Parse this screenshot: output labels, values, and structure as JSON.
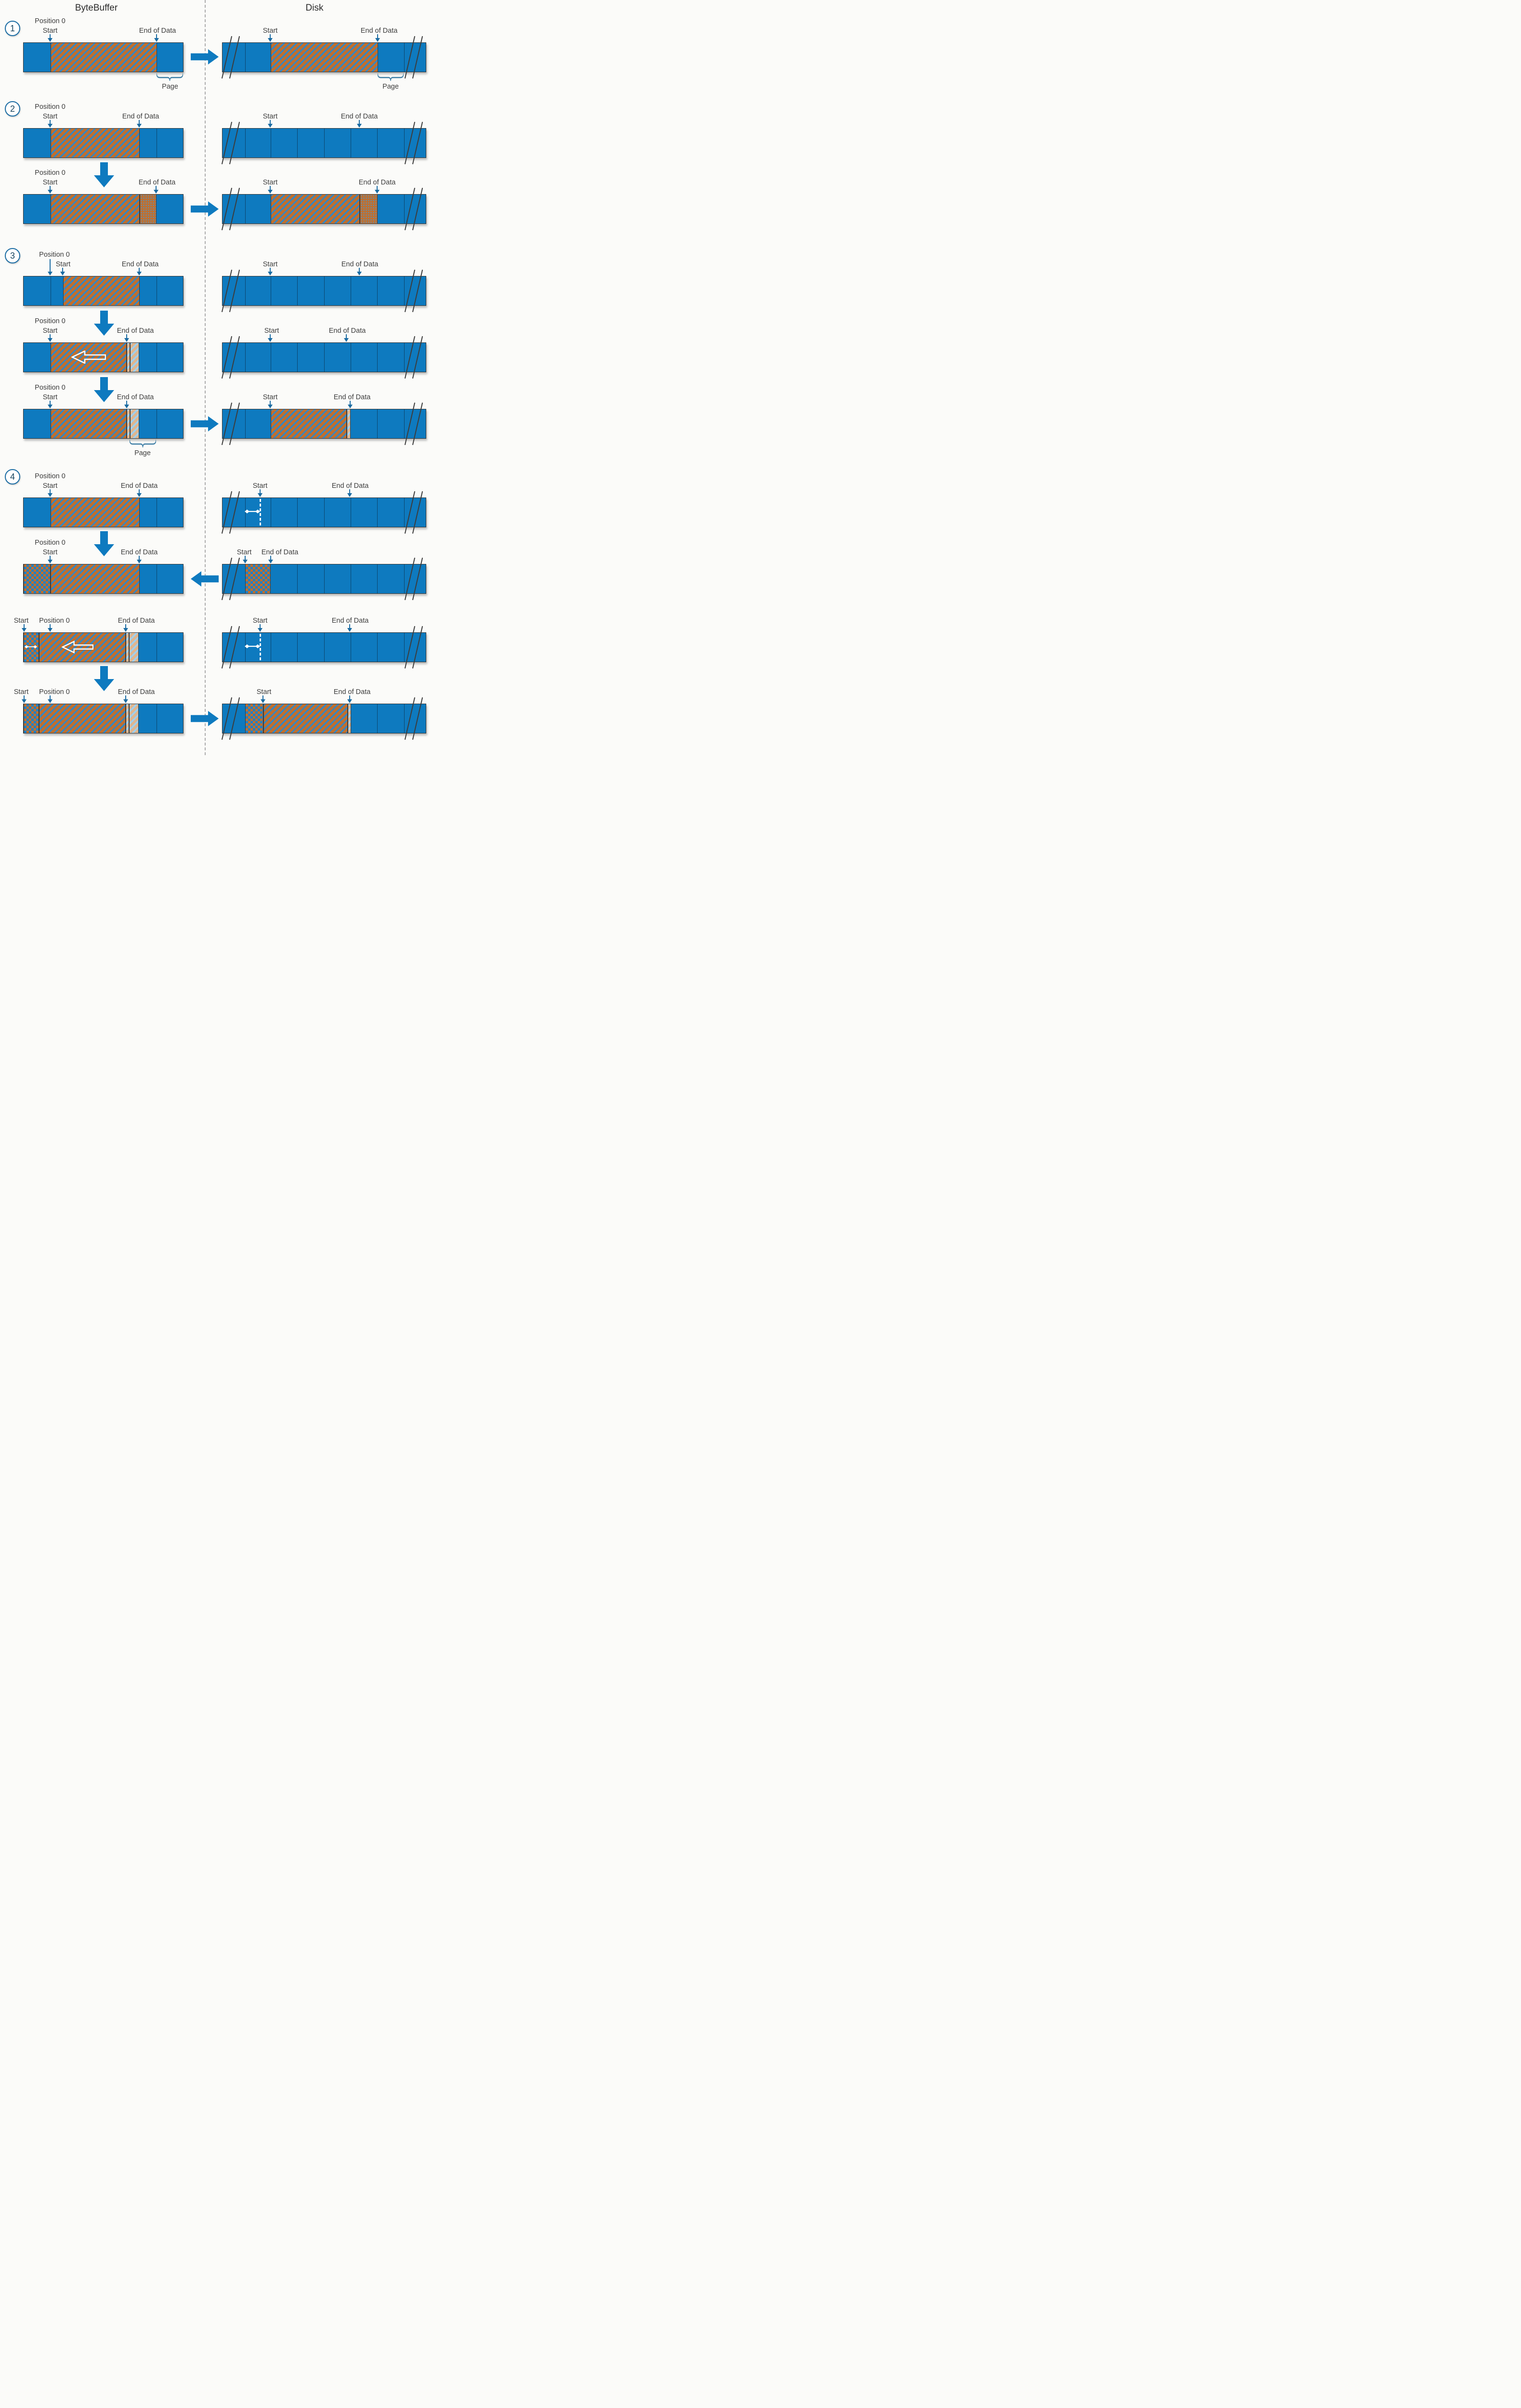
{
  "header": {
    "left_title": "ByteBuffer",
    "right_title": "Disk"
  },
  "steps": [
    "1",
    "2",
    "3",
    "4"
  ],
  "labels": {
    "position0": "Position 0",
    "start": "Start",
    "end_of_data": "End of Data",
    "page": "Page"
  },
  "colors": {
    "bar_blue": "#0e7abf",
    "data_orange": "#c06f2e",
    "data_stripe_blue": "#2b88cc",
    "partial_page_tan": "#dfb68f",
    "partial_page_blue": "#9fd0ef",
    "pointer_blue": "#1b6ca3",
    "flow_arrow_blue": "#0e7abf",
    "outline_dark": "#333333"
  }
}
